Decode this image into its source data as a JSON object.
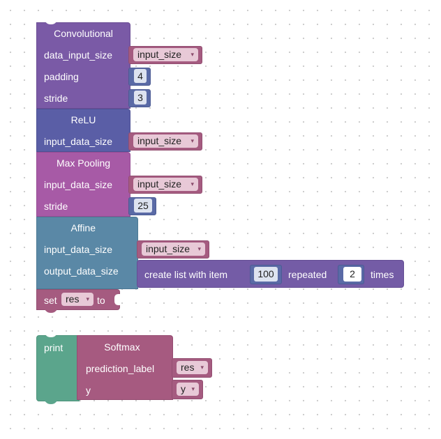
{
  "blocks": {
    "convolutional": {
      "title": "Convolutional",
      "data_input_size_label": "data_input_size",
      "data_input_size_value": "input_size",
      "padding_label": "padding",
      "padding_value": "4",
      "stride_label": "stride",
      "stride_value": "3"
    },
    "relu": {
      "title": "ReLU",
      "input_data_size_label": "input_data_size",
      "input_data_size_value": "input_size"
    },
    "max_pooling": {
      "title": "Max Pooling",
      "input_data_size_label": "input_data_size",
      "input_data_size_value": "input_size",
      "stride_label": "stride",
      "stride_value": "25"
    },
    "affine": {
      "title": "Affine",
      "input_data_size_label": "input_data_size",
      "input_data_size_value": "input_size",
      "output_data_size_label": "output_data_size"
    },
    "list_repeat": {
      "prefix": "create list with item",
      "item_value": "100",
      "repeated_label": "repeated",
      "times_value": "2",
      "suffix": "times"
    },
    "set_variable": {
      "set_label": "set",
      "variable": "res",
      "to_label": "to"
    },
    "print": {
      "label": "print"
    },
    "softmax": {
      "title": "Softmax",
      "prediction_label": "prediction_label",
      "prediction_value": "res",
      "y_label": "y",
      "y_value": "y"
    }
  },
  "icons": {
    "dropdown": "▾"
  },
  "colors": {
    "convolutional": "#7a5aa6",
    "relu": "#5a5ea6",
    "max_pooling": "#a75aa6",
    "affine": "#5a88a6",
    "list": "#745ca6",
    "variables": "#a55b80",
    "print": "#5ba58c",
    "field": "#e8c9d7"
  }
}
